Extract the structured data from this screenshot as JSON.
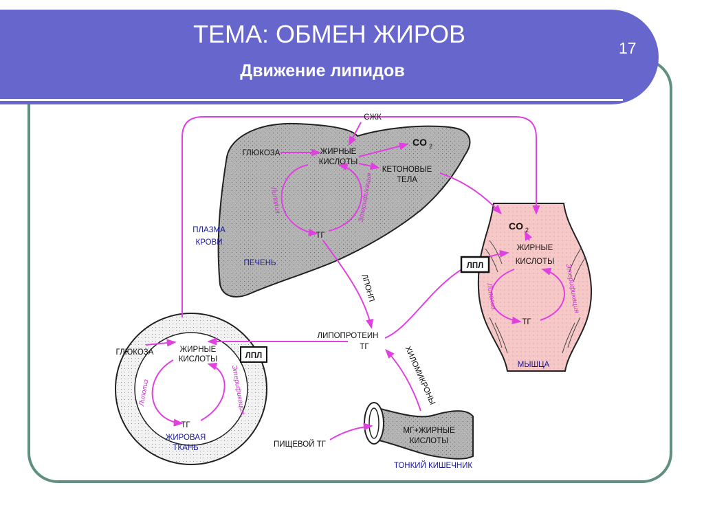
{
  "slide": {
    "title": "ТЕМА: ОБМЕН ЖИРОВ",
    "subtitle": "Движение липидов",
    "page_number": "17"
  },
  "diagram": {
    "liver": {
      "glucose": "ГЛЮКОЗА",
      "fatty_acids_1": "ЖИРНЫЕ",
      "fatty_acids_2": "КИСЛОТЫ",
      "co2": "CO",
      "co2_sub": "2",
      "ketone_1": "КЕТОНОВЫЕ",
      "ketone_2": "ТЕЛА",
      "tg": "ТГ",
      "lipolysis": "Липолиз",
      "esterification": "Этерификация",
      "name": "ПЕЧЕНЬ"
    },
    "ffa": "СЖК",
    "plasma_1": "ПЛАЗМА",
    "plasma_2": "КРОВИ",
    "vldl": "ЛПОНП",
    "lipoprotein_1": "ЛИПОПРОТЕИН",
    "lipoprotein_2": "ТГ",
    "chylomicrons": "ХИЛОМИКРОНЫ",
    "lpl": "ЛПЛ",
    "adipose": {
      "glucose": "ГЛЮКОЗА",
      "fatty_acids_1": "ЖИРНЫЕ",
      "fatty_acids_2": "КИСЛОТЫ",
      "tg": "ТГ",
      "lipolysis": "Липолиз",
      "esterification": "Этерификация",
      "name_1": "ЖИРОВАЯ",
      "name_2": "ТКАНЬ"
    },
    "muscle": {
      "co2": "CO",
      "co2_sub": "2",
      "fatty_acids_1": "ЖИРНЫЕ",
      "fatty_acids_2": "КИСЛОТЫ",
      "tg": "ТГ",
      "lipolysis": "Липолиз",
      "esterification": "Этерификация",
      "name": "МЫШЦА"
    },
    "intestine": {
      "mg_1": "МГ+ЖИРНЫЕ",
      "mg_2": "КИСЛОТЫ",
      "name": "ТОНКИЙ КИШЕЧНИК"
    },
    "dietary_tg": "ПИЩЕВОЙ ТГ"
  },
  "colors": {
    "banner": "#6666cc",
    "frame": "#5f8f80",
    "arrow": "#e040e0",
    "organ_gray": "#b4b4b4",
    "muscle_pink": "#f6c8c8",
    "label_blue": "#1a1a9a"
  }
}
